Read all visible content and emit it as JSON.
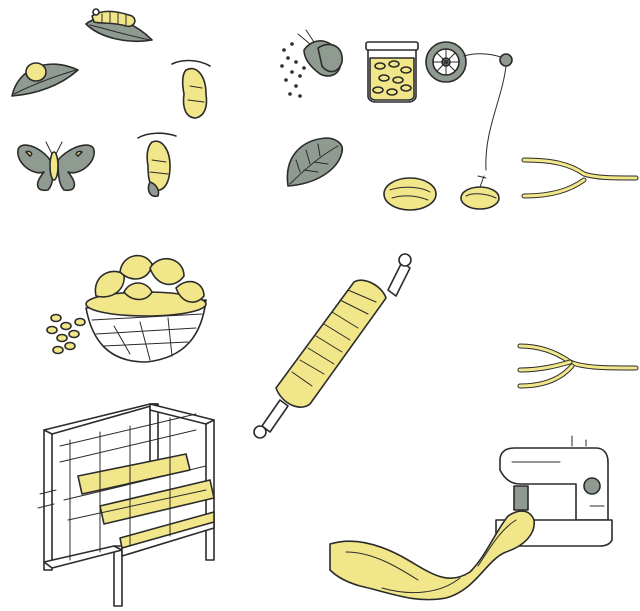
{
  "palette": {
    "silk_yellow": "#f1e68a",
    "leaf_gray": "#8f9a90",
    "outline": "#2b2b2b",
    "background": "#ffffff"
  },
  "illustrations": [
    {
      "name": "silkworm-on-leaf",
      "icon": "caterpillar-icon"
    },
    {
      "name": "eggs-on-leaf",
      "icon": "egg-icon"
    },
    {
      "name": "hanging-cocoon",
      "icon": "cocoon-icon"
    },
    {
      "name": "silk-moth",
      "icon": "moth-icon"
    },
    {
      "name": "moth-emerging",
      "icon": "emerging-moth-icon"
    },
    {
      "name": "moth-laying-eggs",
      "icon": "moth-eggs-icon"
    },
    {
      "name": "mulberry-leaf",
      "icon": "leaf-icon"
    },
    {
      "name": "cocoons-in-jar",
      "icon": "jar-icon"
    },
    {
      "name": "reeling-wheel",
      "icon": "reel-icon"
    },
    {
      "name": "single-cocoon",
      "icon": "cocoon-icon"
    },
    {
      "name": "unwinding-cocoon",
      "icon": "cocoon-icon"
    },
    {
      "name": "silk-strands-merge",
      "icon": "fiber-icon"
    },
    {
      "name": "basket-of-cocoons",
      "icon": "basket-icon"
    },
    {
      "name": "silk-spool",
      "icon": "spool-icon"
    },
    {
      "name": "twisted-silk-yarn",
      "icon": "yarn-icon"
    },
    {
      "name": "weaving-loom",
      "icon": "loom-icon"
    },
    {
      "name": "sewing-machine-with-fabric",
      "icon": "sewing-machine-icon"
    }
  ]
}
